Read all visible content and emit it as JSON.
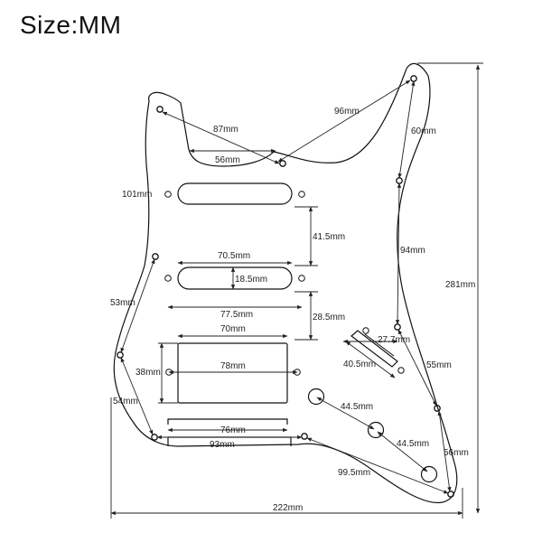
{
  "title": "Size:MM",
  "labels": {
    "d96": "96mm",
    "d87": "87mm",
    "d60": "60mm",
    "d56top": "56mm",
    "d101": "101mm",
    "d41_5": "41.5mm",
    "d94": "94mm",
    "d70_5": "70.5mm",
    "d18_5": "18.5mm",
    "d281": "281mm",
    "d53": "53mm",
    "d77_5": "77.5mm",
    "d28_5": "28.5mm",
    "d70": "70mm",
    "d27_7": "27.7mm",
    "d40_5": "40.5mm",
    "d55": "55mm",
    "d38": "38mm",
    "d78": "78mm",
    "d54": "54mm",
    "d44_5a": "44.5mm",
    "d44_5b": "44.5mm",
    "d76": "76mm",
    "d93": "93mm",
    "d56bottom": "56mm",
    "d99_5": "99.5mm",
    "d222": "222mm"
  }
}
